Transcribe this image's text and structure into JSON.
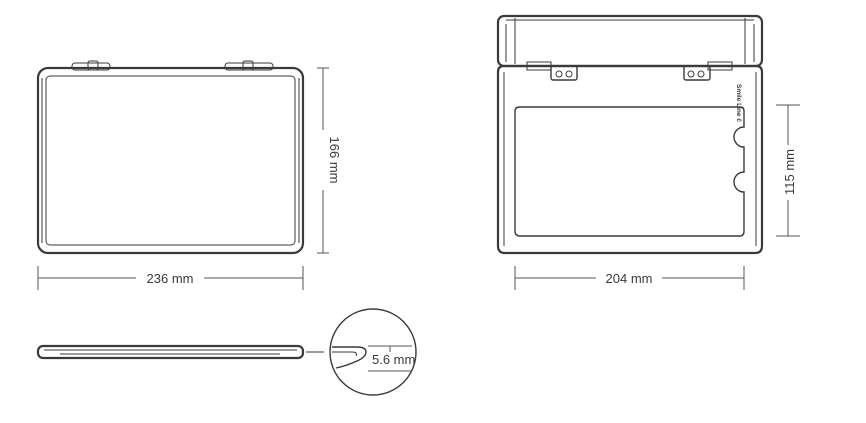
{
  "dimensions": {
    "closed_width": "236 mm",
    "closed_height": "166 mm",
    "open_width": "204 mm",
    "open_height": "115 mm",
    "thickness": "5.6 mm"
  },
  "device": {
    "brand_label": "Smile Line ĉ"
  },
  "colors": {
    "stroke": "#3a3a3a",
    "background": "#ffffff"
  }
}
